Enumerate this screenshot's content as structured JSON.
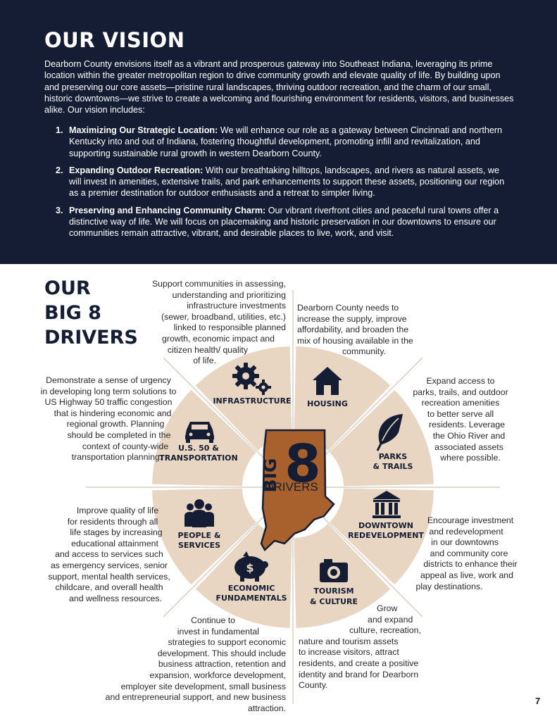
{
  "vision": {
    "title": "OUR VISION",
    "intro": "Dearborn County envisions itself as a vibrant and prosperous gateway into Southeast Indiana, leveraging its prime location within the greater metropolitan region to drive community growth and elevate quality of life. By building upon and preserving our core assets—pristine rural landscapes, thriving outdoor recreation, and the charm of our small, historic downtowns—we strive to create a welcoming and flourishing environment for residents, visitors, and businesses alike. Our vision includes:",
    "items": [
      {
        "num": "1.",
        "heading": "Maximizing Our Strategic Location:",
        "text": " We will enhance our role as a gateway between Cincinnati and northern Kentucky into and out of Indiana, fostering thoughtful development, promoting infill and revitalization, and supporting sustainable rural growth in western Dearborn County."
      },
      {
        "num": "2.",
        "heading": "Expanding Outdoor Recreation:",
        "text": " With our breathtaking hilltops, landscapes, and rivers as natural assets, we will invest in amenities, extensive trails, and park enhancements to support these assets, positioning our region as a premier destination for outdoor enthusiasts and a retreat to simpler living."
      },
      {
        "num": "3.",
        "heading": "Preserving and Enhancing Community Charm:",
        "text": " Our vibrant riverfront cities and peaceful rural towns offer a distinctive way of life. We will focus on placemaking and historic preservation in our downtowns to ensure our communities remain attractive, vibrant, and desirable places to live, work, and visit."
      }
    ]
  },
  "drivers": {
    "title_lines": [
      "OUR",
      "BIG 8",
      "DRIVERS"
    ],
    "center": {
      "big": "BIG",
      "eight": "8",
      "sub": "DRIVERS"
    },
    "segments": {
      "infrastructure": {
        "label": [
          "INFRASTRUCTURE"
        ],
        "icon": "gears-icon"
      },
      "housing": {
        "label": [
          "HOUSING"
        ],
        "icon": "house-icon"
      },
      "parks": {
        "label": [
          "PARKS",
          "& TRAILS"
        ],
        "icon": "leaf-icon"
      },
      "downtown": {
        "label": [
          "DOWNTOWN",
          "REDEVELOPMENT"
        ],
        "icon": "building-icon"
      },
      "tourism": {
        "label": [
          "TOURISM",
          "& CULTURE"
        ],
        "icon": "camera-icon"
      },
      "economic": {
        "label": [
          "ECONOMIC",
          "FUNDAMENTALS"
        ],
        "icon": "piggy-bank-icon"
      },
      "people": {
        "label": [
          "PEOPLE &",
          "SERVICES"
        ],
        "icon": "people-icon"
      },
      "us50": {
        "label": [
          "U.S. 50 &",
          "TRANSPORTATION"
        ],
        "icon": "car-icon"
      }
    },
    "descriptions": {
      "infrastructure": [
        "Support communities in assessing,",
        "understanding and prioritizing",
        "infrastructure investments",
        "(sewer, broadband, utilities, etc.)",
        "linked to responsible planned",
        "growth, economic impact and",
        "citizen health/ quality",
        "of life."
      ],
      "housing": [
        "Dearborn County needs to",
        "increase the supply, improve",
        "affordability, and broaden the",
        "mix of housing available in the",
        "community."
      ],
      "parks": [
        "Expand access to",
        "parks, trails, and outdoor",
        "recreation amenities",
        "to better serve all",
        "residents. Leverage",
        "the Ohio River and",
        "associated assets",
        "where possible."
      ],
      "downtown": [
        "Encourage investment",
        "and redevelopment",
        "in our downtowns",
        "and community core",
        "districts to enhance their",
        "appeal as live, work and",
        "play destinations."
      ],
      "tourism": [
        "Grow",
        "and expand",
        "culture, recreation,",
        "nature and tourism assets",
        "to increase visitors, attract",
        "residents, and create a positive",
        "identity and brand for Dearborn",
        "County."
      ],
      "economic": [
        "Continue to",
        "invest in fundamental",
        "strategies to support economic",
        "development. This should include",
        "business attraction, retention and",
        "expansion, workforce development,",
        "employer site development, small business",
        "and entrepreneurial support, and new business",
        "attraction."
      ],
      "people": [
        "Improve quality of life",
        "for residents through all",
        "life stages by increasing",
        "educational attainment",
        "and  access to services such",
        "as emergency services, senior",
        "support, mental health services,",
        "childcare, and overall health",
        "and wellness resources."
      ],
      "us50": [
        "Demonstrate a sense of urgency",
        "in developing long term solutions to",
        "US Highway 50 traffic congestion",
        "that is hindering economic and",
        "regional growth.  Planning",
        "should be completed in the",
        "context of county-wide",
        "transportation planning."
      ]
    }
  },
  "colors": {
    "navy": "#141d33",
    "tan": "#e8d6c3",
    "brown": "#a8612c"
  },
  "page_number": "7"
}
